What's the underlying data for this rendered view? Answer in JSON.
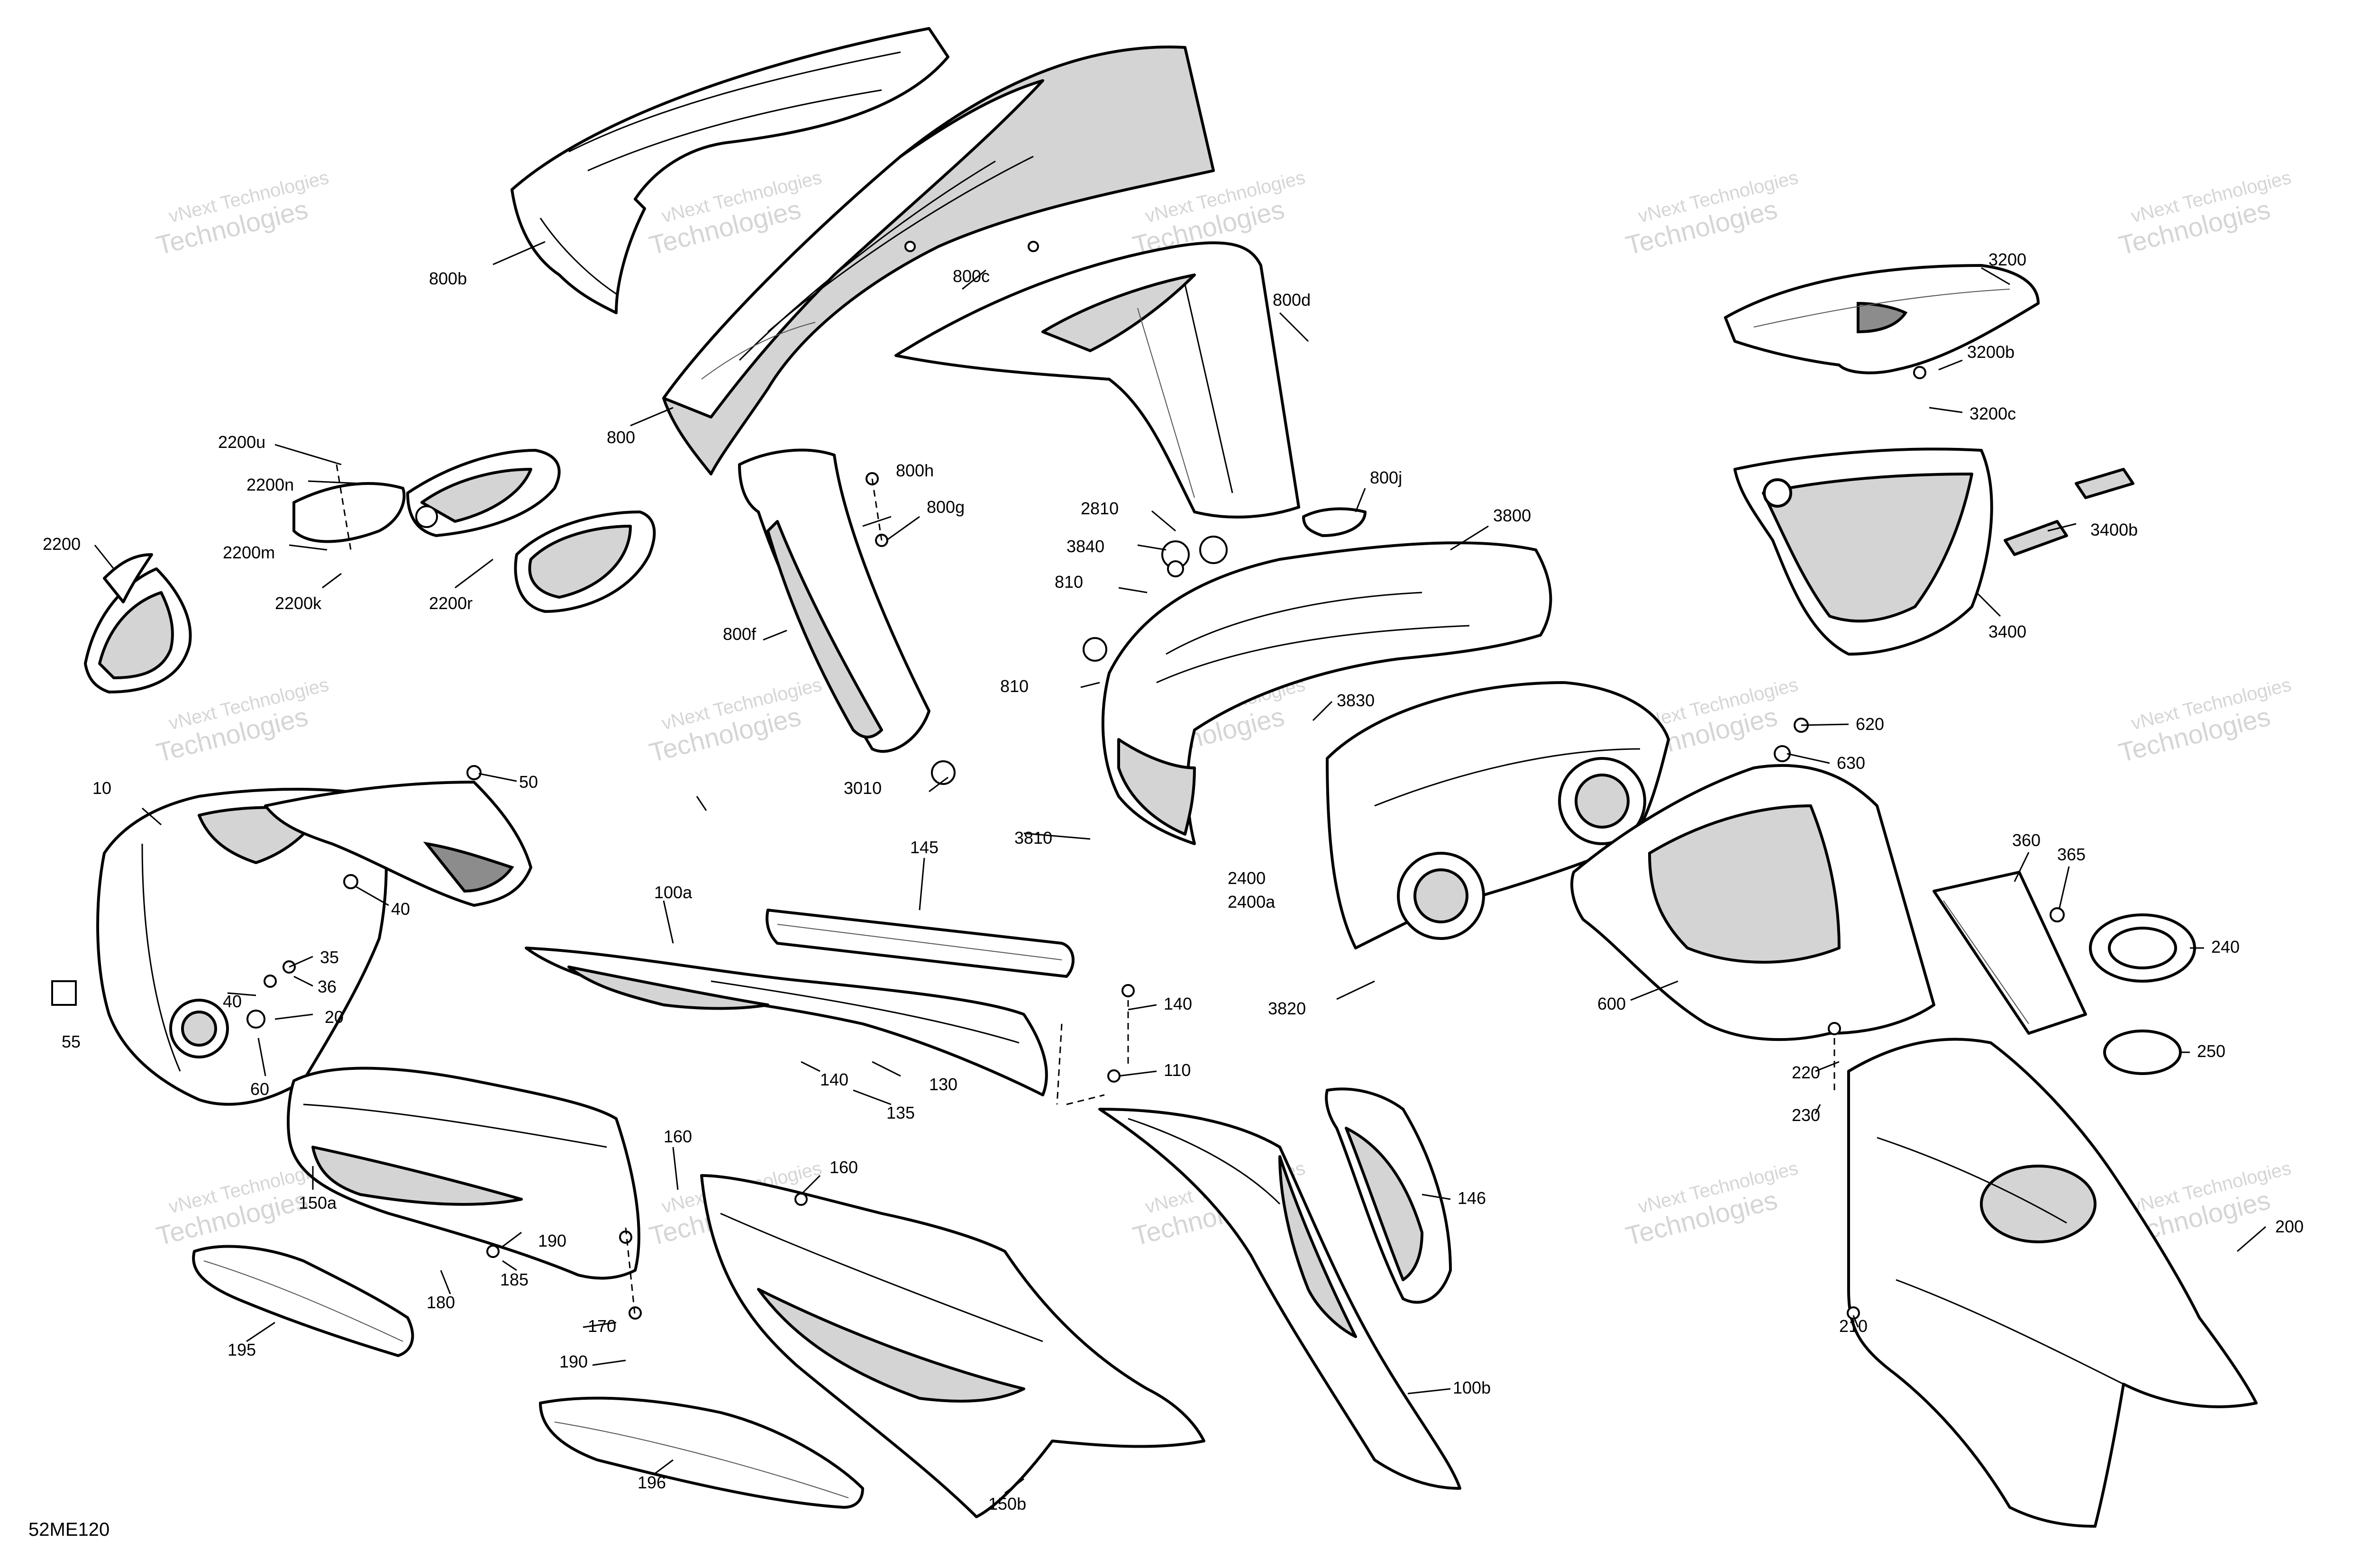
{
  "diagram": {
    "code": "52ME120",
    "watermark": {
      "line1": "vNext Technologies",
      "line2": "Technologies"
    },
    "callouts": [
      "10",
      "20",
      "35",
      "36",
      "40",
      "40",
      "50",
      "55",
      "60",
      "100a",
      "100b",
      "110",
      "130",
      "135",
      "140",
      "140",
      "145",
      "146",
      "150a",
      "150b",
      "160",
      "160",
      "170",
      "180",
      "185",
      "190",
      "190",
      "195",
      "196",
      "200",
      "210",
      "220",
      "230",
      "240",
      "250",
      "360",
      "365",
      "600",
      "620",
      "630",
      "800",
      "800b",
      "800c",
      "800d",
      "800f",
      "800g",
      "800h",
      "800j",
      "810",
      "810",
      "2200",
      "2200k",
      "2200m",
      "2200n",
      "2200r",
      "2200u",
      "2400",
      "2400a",
      "2810",
      "3010",
      "3200",
      "3200b",
      "3200c",
      "3400",
      "3400b",
      "3800",
      "3810",
      "3820",
      "3830",
      "3840"
    ]
  }
}
